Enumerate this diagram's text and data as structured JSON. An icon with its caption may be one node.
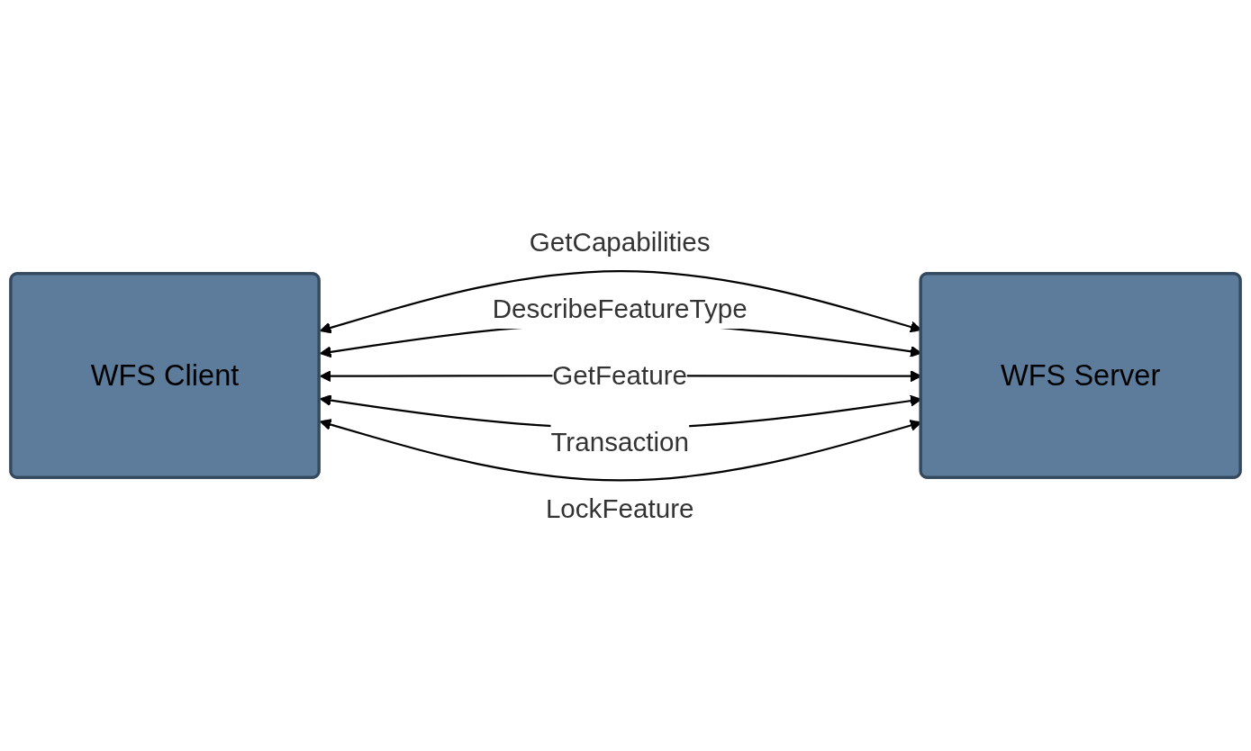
{
  "diagram": {
    "nodes": [
      {
        "text": [
          "WFS Client"
        ]
      },
      {
        "text": [
          "WFS Server"
        ]
      }
    ],
    "edges": [
      {
        "from": 0,
        "to": 1,
        "arrow": "both",
        "label": "GetCapabilities"
      },
      {
        "from": 0,
        "to": 1,
        "arrow": "both",
        "label": "DescribeFeatureType"
      },
      {
        "from": 0,
        "to": 1,
        "arrow": "both",
        "label": "GetFeature"
      },
      {
        "from": 0,
        "to": 1,
        "arrow": "both",
        "label": "Transaction"
      },
      {
        "from": 0,
        "to": 1,
        "arrow": "both",
        "label": "LockFeature"
      }
    ]
  }
}
